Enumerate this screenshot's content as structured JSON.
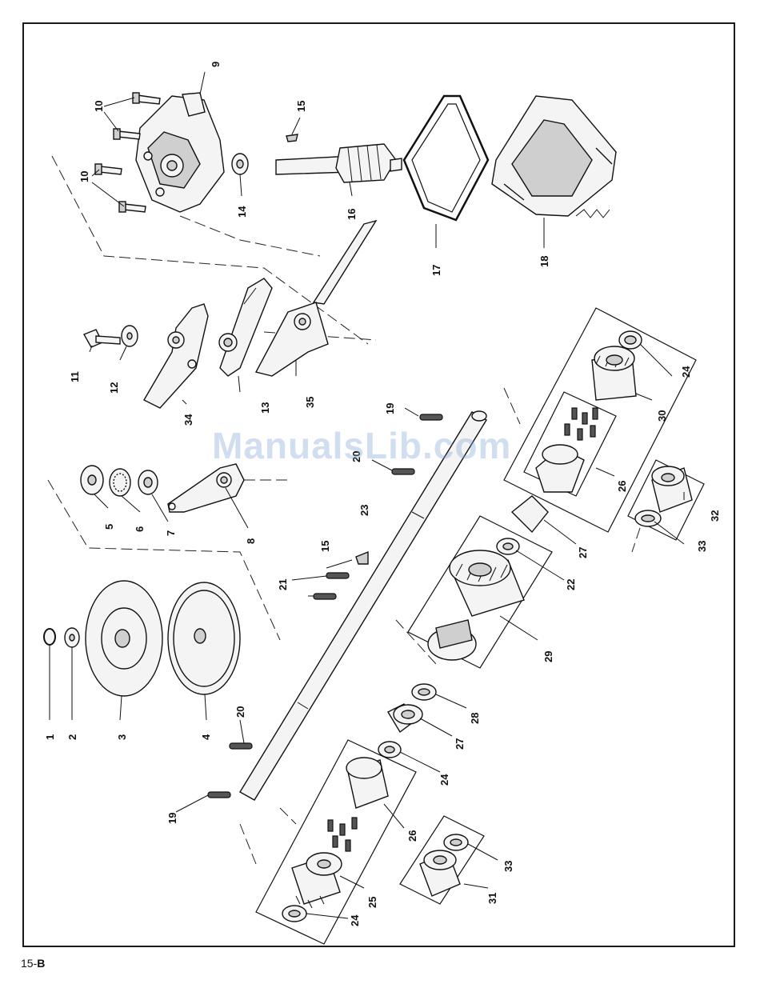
{
  "page": {
    "number_prefix": "15-",
    "number_suffix": "B",
    "watermark": "ManualsLib.com"
  },
  "parts": {
    "p1": "1",
    "p2": "2",
    "p3": "3",
    "p4": "4",
    "p5": "5",
    "p6": "6",
    "p7": "7",
    "p8": "8",
    "p9": "9",
    "p10": "10",
    "p11": "11",
    "p12": "12",
    "p13": "13",
    "p14": "14",
    "p15": "15",
    "p16": "16",
    "p17": "17",
    "p18": "18",
    "p19": "19",
    "p20": "20",
    "p21": "21",
    "p22": "22",
    "p23": "23",
    "p24": "24",
    "p25": "25",
    "p26": "26",
    "p27": "27",
    "p28": "28",
    "p29": "29",
    "p30": "30",
    "p31": "31",
    "p32": "32",
    "p33": "33",
    "p34": "34",
    "p35": "35"
  }
}
